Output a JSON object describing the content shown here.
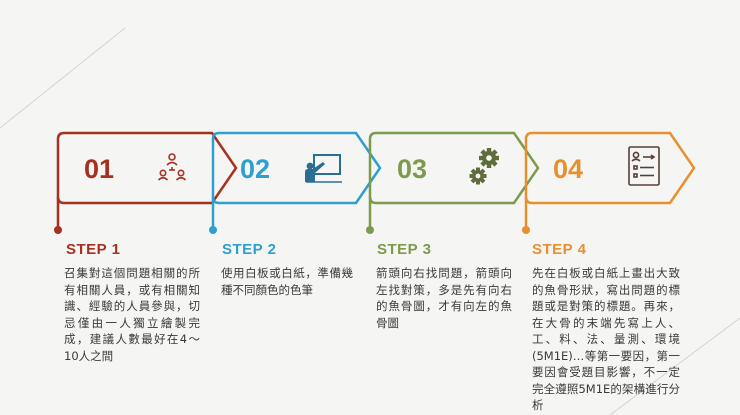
{
  "steps": [
    {
      "number": "01",
      "title": "STEP 1",
      "icon": "people-network-icon",
      "color": "#a63121",
      "description": "召集對這個問題相關的所有相關人員，或有相關知識、經驗的人員參與，切忌僅由一人獨立繪製完成，建議人數最好在4～10人之間"
    },
    {
      "number": "02",
      "title": "STEP 2",
      "icon": "teacher-whiteboard-icon",
      "color": "#2e9fcf",
      "description": "使用白板或白紙，準備幾種不同顏色的色筆"
    },
    {
      "number": "03",
      "title": "STEP 3",
      "icon": "gears-icon",
      "color": "#7d9a4d",
      "description": "箭頭向右找問題，箭頭向左找對策，多是先有向右的魚骨圖，才有向左的魚骨圖"
    },
    {
      "number": "04",
      "title": "STEP 4",
      "icon": "checklist-icon",
      "color": "#e88f2e",
      "description": "先在白板或白紙上畫出大致的魚骨形狀，寫出問題的標題或是對策的標題。再來，在大骨的末端先寫上人、工、料、法、量測、環境(5M1E)…等第一要因，第一要因會受題目影響，不一定完全遵照5M1E的架構進行分析"
    }
  ]
}
